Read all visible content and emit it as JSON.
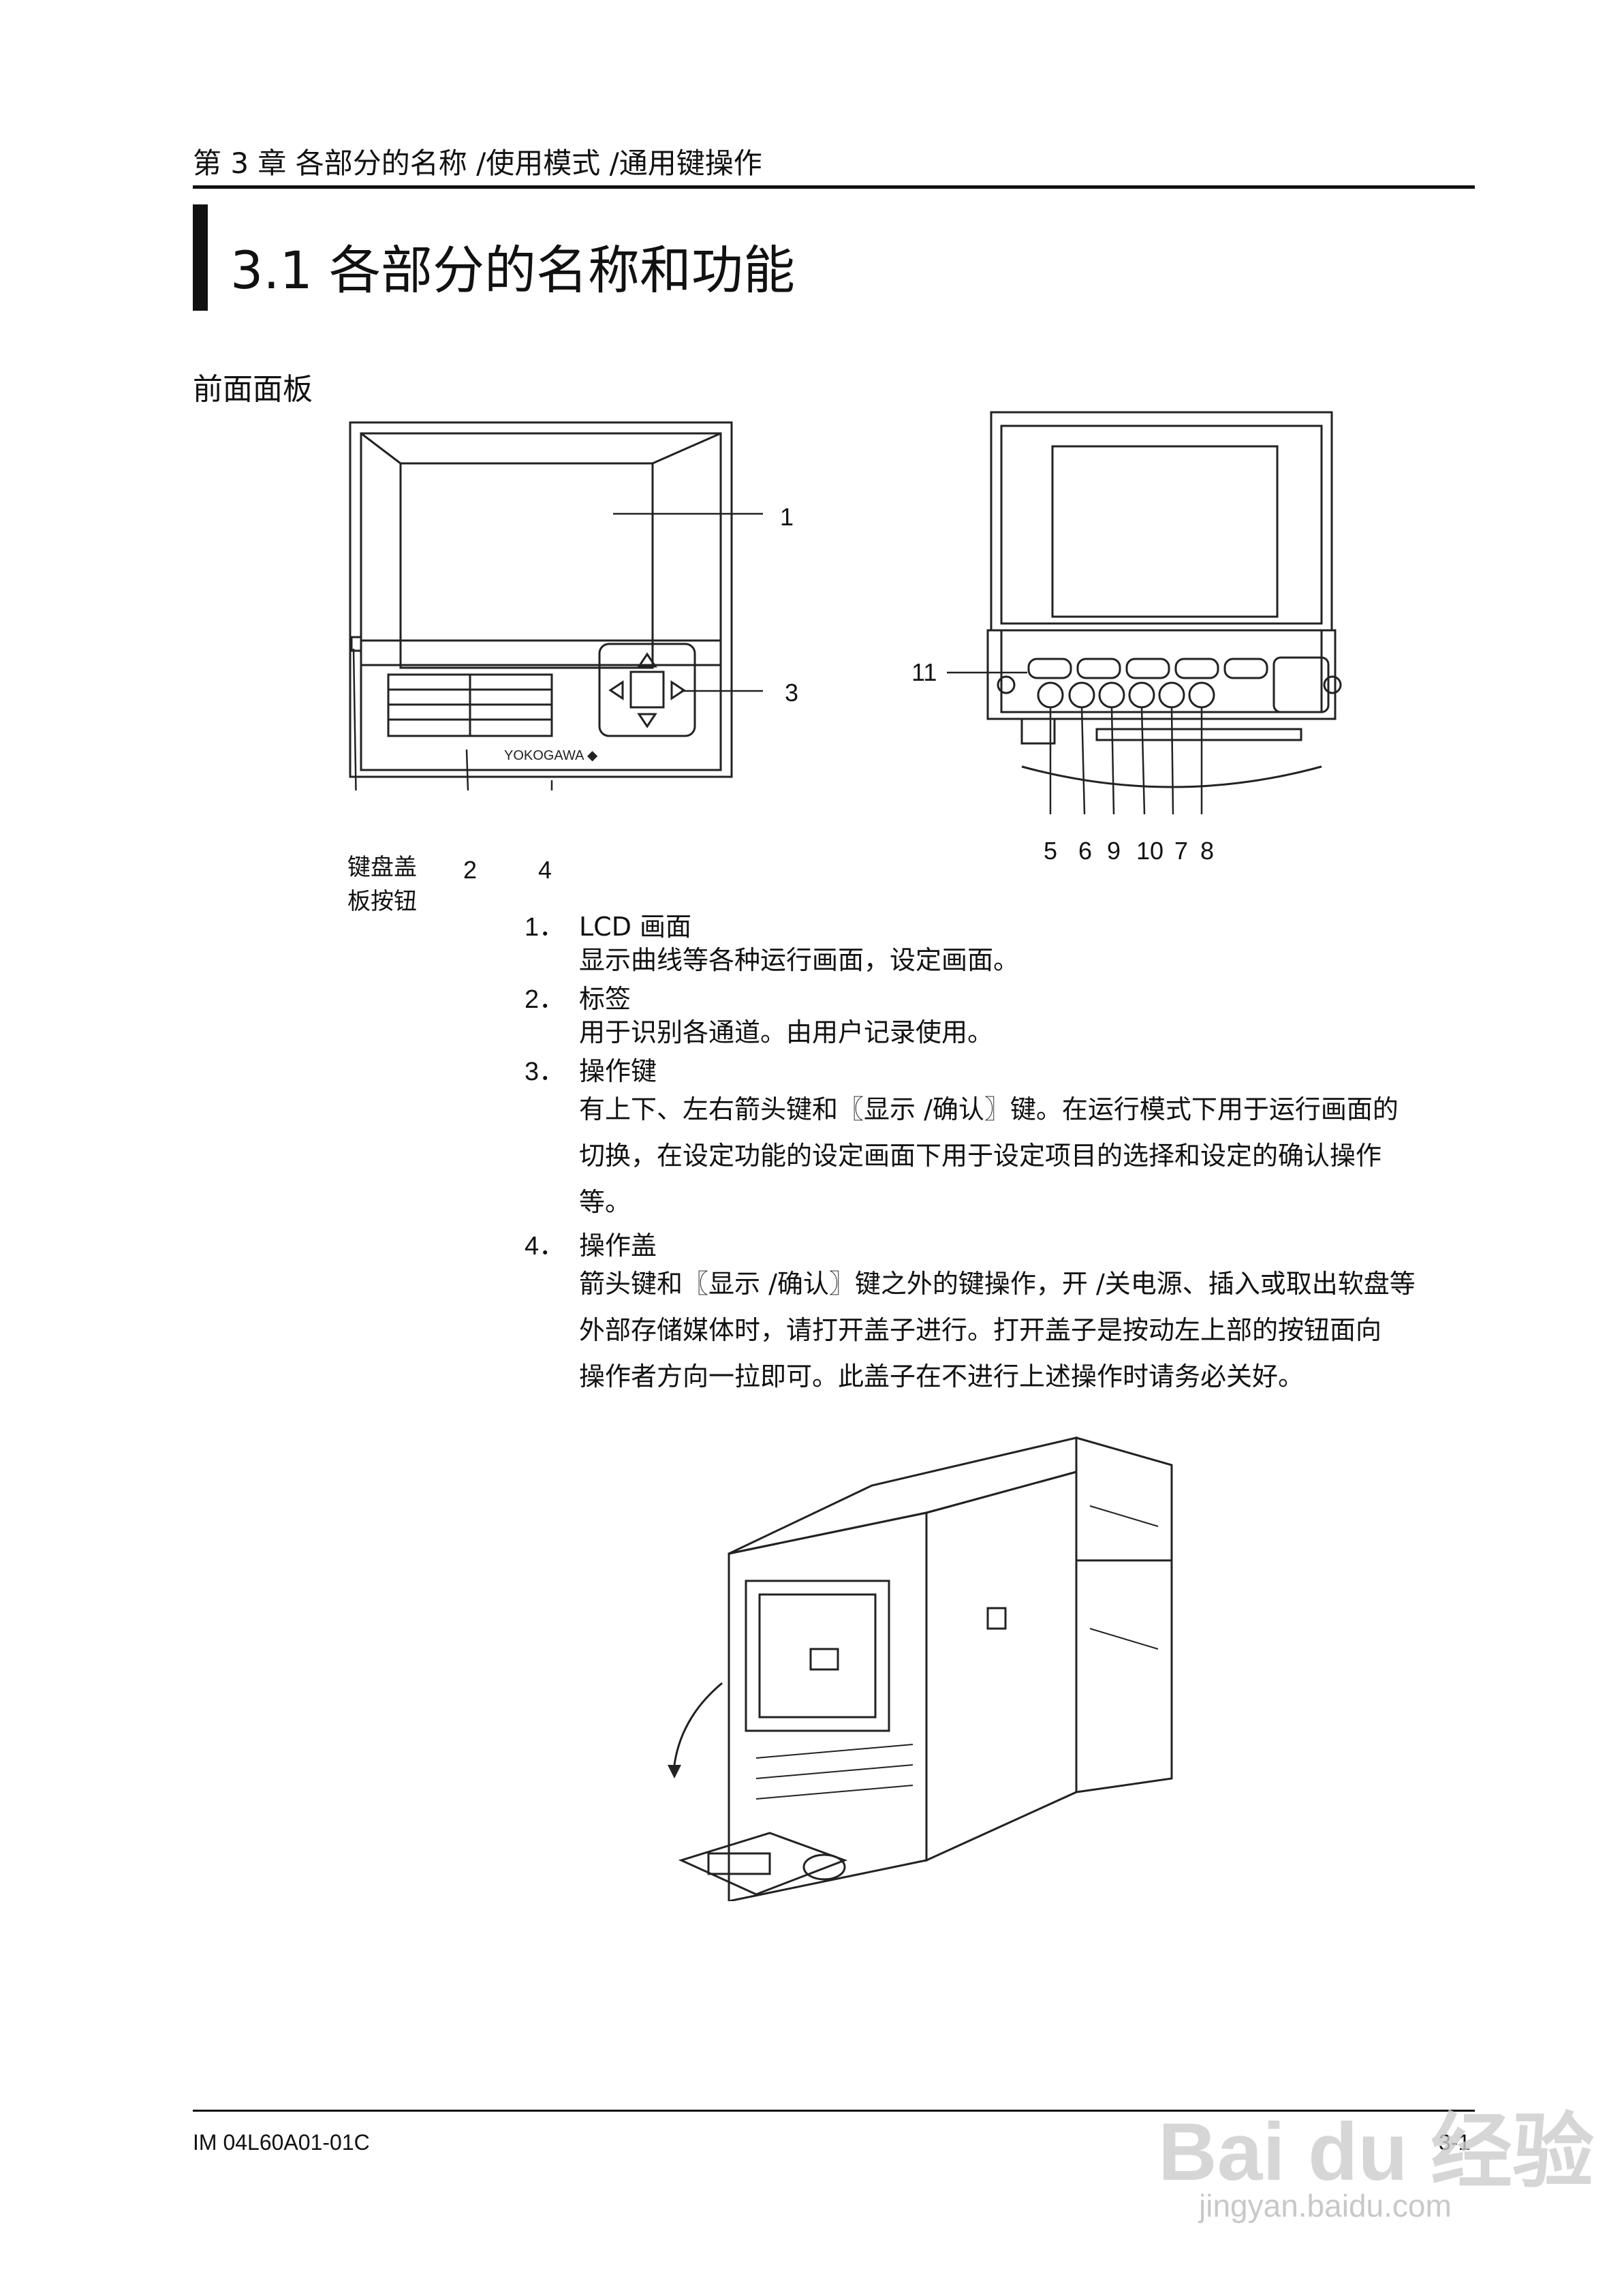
{
  "header": {
    "chapter": "第 3 章    各部分的名称  /使用模式  /通用键操作"
  },
  "section": {
    "title": "3.1  各部分的名称和功能"
  },
  "subsection": {
    "title": "前面面板"
  },
  "figure_left": {
    "callouts": [
      "1",
      "3",
      "2",
      "4"
    ],
    "button_caption_line1": "键盘盖",
    "button_caption_line2": "板按钮",
    "brand": "YOKOGAWA ◆"
  },
  "figure_right": {
    "callouts": [
      "11",
      "5",
      "6",
      "9",
      "10",
      "7",
      "8"
    ]
  },
  "items": [
    {
      "num": "1．",
      "title": "LCD 画面",
      "body": [
        "显示曲线等各种运行画面，设定画面。"
      ]
    },
    {
      "num": "2．",
      "title": "标签",
      "body": [
        "用于识别各通道。由用户记录使用。"
      ]
    },
    {
      "num": "3．",
      "title": "操作键",
      "body": [
        "有上下、左右箭头键和〖显示 /确认〗键。在运行模式下用于运行画面的",
        "切换，在设定功能的设定画面下用于设定项目的选择和设定的确认操作",
        "等。"
      ]
    },
    {
      "num": "4．",
      "title": "操作盖",
      "body": [
        "箭头键和〖显示 /确认〗键之外的键操作，开 /关电源、插入或取出软盘等",
        "外部存储媒体时，请打开盖子进行。打开盖子是按动左上部的按钮面向",
        "操作者方向一拉即可。此盖子在不进行上述操作时请务必关好。"
      ]
    }
  ],
  "footer": {
    "doc_id": "IM 04L60A01-01C",
    "page": "3-1"
  },
  "watermark": {
    "logo": "Bai du 经验",
    "url": "jingyan.baidu.com"
  }
}
